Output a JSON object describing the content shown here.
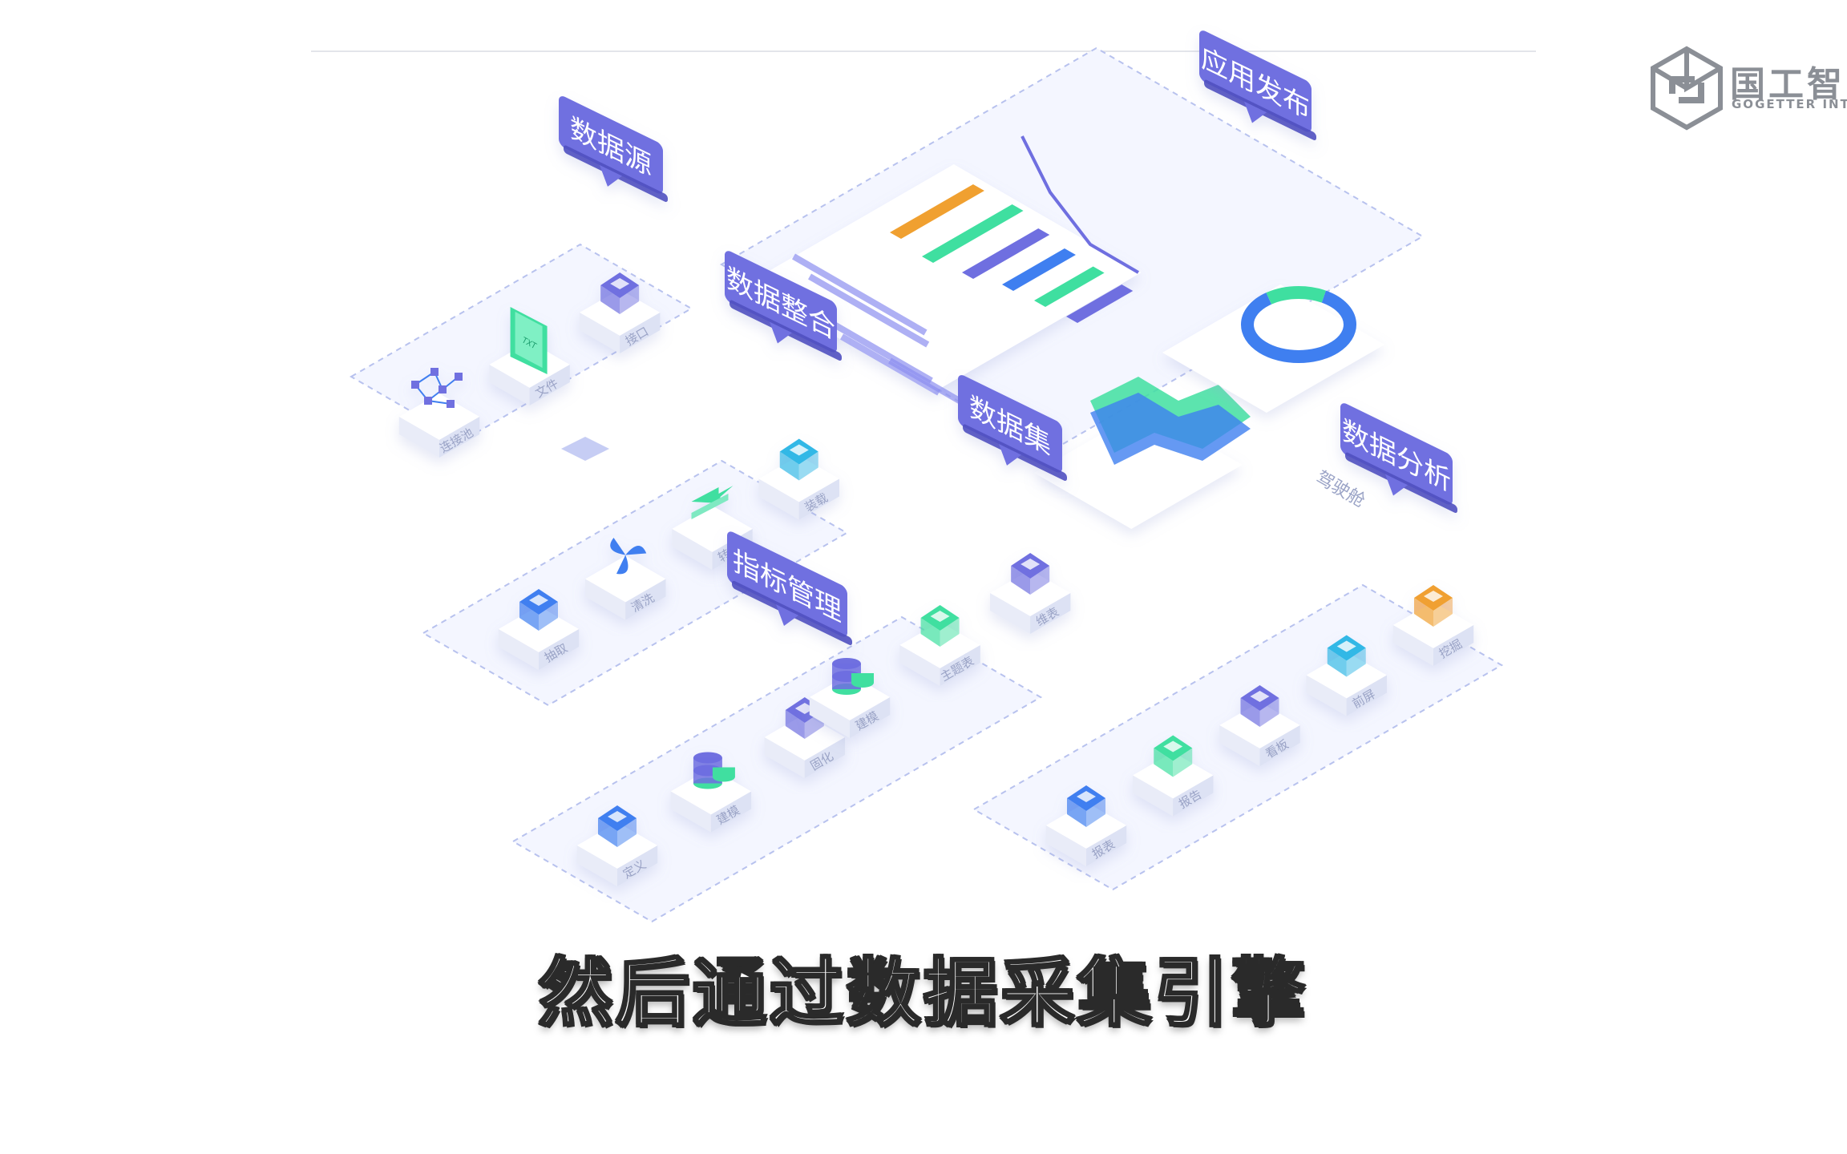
{
  "logo": {
    "name_cn": "国工智",
    "name_en": "GOGETTER INTELL"
  },
  "subtitle": "然后通过数据采集引擎",
  "colors": {
    "callout_purple": "#6f6fe0",
    "accent_green": "#3fdfa0",
    "accent_blue": "#3f7ff0",
    "accent_orange": "#f0a030",
    "panel_bg": "#f4f6ff",
    "dash_border": "#b8c2ee"
  },
  "callouts": {
    "data_source": "数据源",
    "data_integration": "数据整合",
    "metric_management": "指标管理",
    "dataset": "数据集",
    "app_publish": "应用发布",
    "data_analysis": "数据分析"
  },
  "modules": {
    "source": [
      "连接池",
      "文件",
      "接口"
    ],
    "integration": [
      "抽取",
      "清洗",
      "转换",
      "装载"
    ],
    "metric": [
      "定义",
      "建模",
      "固化"
    ],
    "dataset": [
      "建模",
      "主题表",
      "维表"
    ],
    "analysis": [
      "报表",
      "报告",
      "看板",
      "前屏",
      "挖掘"
    ]
  },
  "icons": {
    "source": [
      "network-icon",
      "txt-file-icon",
      "api-cubes-icon"
    ],
    "integration": [
      "folder-icon",
      "fan-icon",
      "swap-arrows-icon",
      "box-icon"
    ],
    "metric": [
      "card-icon",
      "database-icon",
      "stack-icon"
    ],
    "dataset": [
      "database-icon",
      "grid-icon",
      "table-icon"
    ],
    "analysis": [
      "report-icon",
      "document-icon",
      "board-icon",
      "screen-icon",
      "mining-icon"
    ]
  },
  "txt_label": "TXT",
  "dashboard_label": "驾驶舱"
}
